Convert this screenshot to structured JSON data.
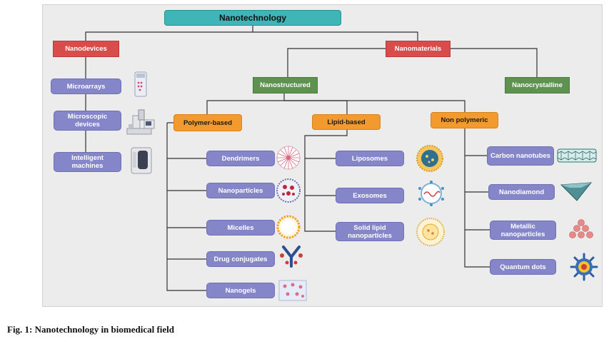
{
  "title": "Nanotechnology",
  "nanodevices": {
    "label": "Nanodevices",
    "items": [
      "Microarrays",
      "Microscopic devices",
      "Intelligent machines"
    ]
  },
  "nanomaterials": {
    "label": "Nanomaterials",
    "nanostructured": {
      "label": "Nanostructured",
      "polymer": {
        "label": "Polymer-based",
        "items": [
          "Dendrimers",
          "Nanoparticles",
          "Micelles",
          "Drug conjugates",
          "Nanogels"
        ]
      },
      "lipid": {
        "label": "Lipid-based",
        "items": [
          "Liposomes",
          "Exosomes",
          "Solid lipid nanoparticles"
        ]
      },
      "nonpolymeric": {
        "label": "Non polymeric",
        "items": [
          "Carbon nanotubes",
          "Nanodiamond",
          "Metallic nanoparticles",
          "Quantum dots"
        ]
      }
    },
    "nanocrystalline": {
      "label": "Nanocrystalline"
    }
  },
  "caption": "Fig. 1: Nanotechnology in biomedical field",
  "colors": {
    "root": "#3fb5b7",
    "level1": "#d94c4c",
    "level2": "#5f9150",
    "level3": "#f39a2e",
    "leaf": "#8486c9"
  }
}
